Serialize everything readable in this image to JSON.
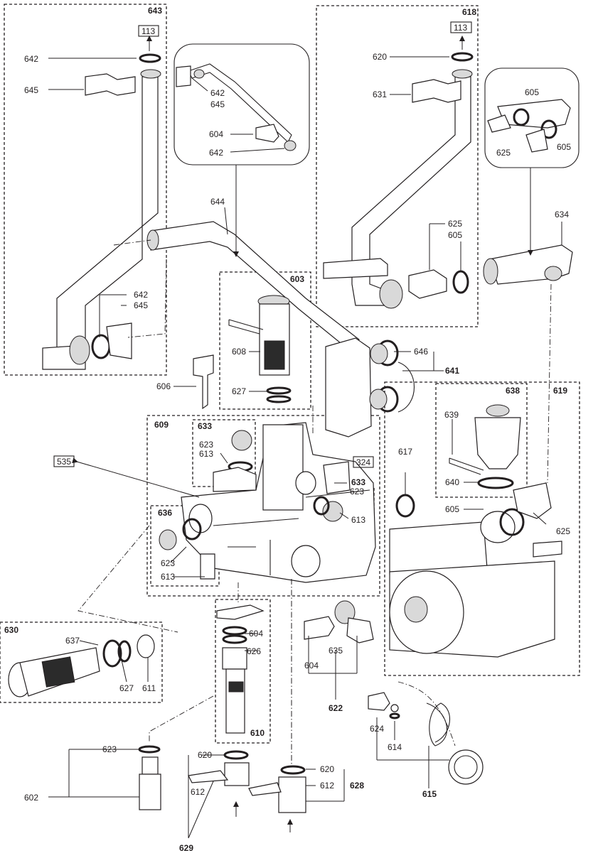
{
  "callouts": {
    "c535": "535",
    "c602": "602",
    "c603": "603",
    "c604": "604",
    "c605": "605",
    "c606": "606",
    "c608": "608",
    "c609": "609",
    "c610": "610",
    "c611": "611",
    "c612": "612",
    "c613": "613",
    "c614": "614",
    "c615": "615",
    "c617": "617",
    "c618": "618",
    "c619": "619",
    "c620": "620",
    "c622": "622",
    "c623": "623",
    "c624": "624",
    "c625": "625",
    "c626": "626",
    "c627": "627",
    "c628": "628",
    "c629": "629",
    "c630": "630",
    "c631": "631",
    "c633": "633",
    "c634": "634",
    "c635": "635",
    "c636": "636",
    "c637": "637",
    "c638": "638",
    "c639": "639",
    "c640": "640",
    "c641": "641",
    "c642": "642",
    "c643": "643",
    "c644": "644",
    "c645": "645",
    "c646": "646",
    "c113": "113",
    "c324": "324"
  }
}
